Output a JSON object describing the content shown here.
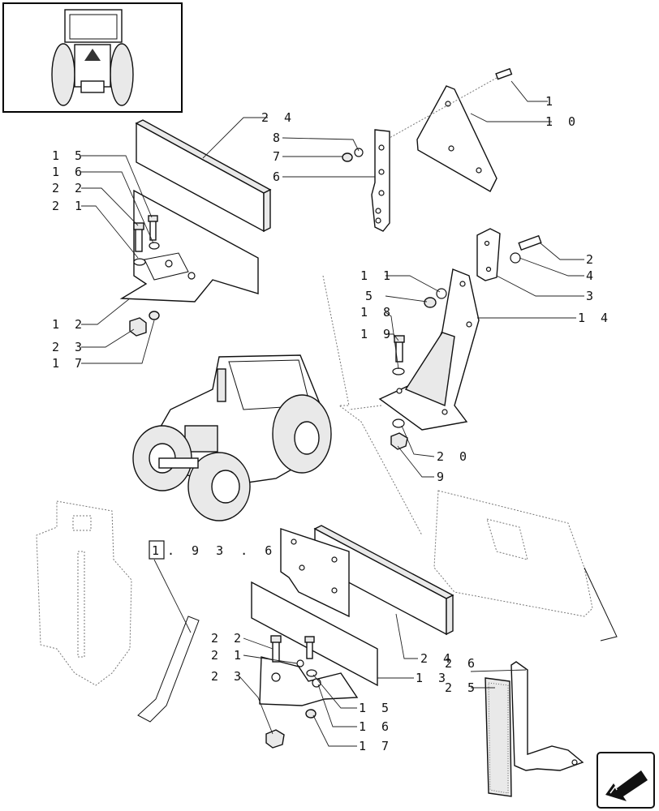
{
  "callouts": [
    {
      "id": "c1",
      "label": "1"
    },
    {
      "id": "c10",
      "label": "1 0"
    },
    {
      "id": "c24a",
      "label": "2 4"
    },
    {
      "id": "c8",
      "label": "8"
    },
    {
      "id": "c7",
      "label": "7"
    },
    {
      "id": "c6",
      "label": "6"
    },
    {
      "id": "c15a",
      "label": "1 5"
    },
    {
      "id": "c16a",
      "label": "1 6"
    },
    {
      "id": "c22a",
      "label": "2 2"
    },
    {
      "id": "c21a",
      "label": "2 1"
    },
    {
      "id": "c2",
      "label": "2"
    },
    {
      "id": "c4",
      "label": "4"
    },
    {
      "id": "c3",
      "label": "3"
    },
    {
      "id": "c11",
      "label": "1 1"
    },
    {
      "id": "c5",
      "label": "5"
    },
    {
      "id": "c14",
      "label": "1 4"
    },
    {
      "id": "c18",
      "label": "1 8"
    },
    {
      "id": "c19",
      "label": "1 9"
    },
    {
      "id": "c12",
      "label": "1 2"
    },
    {
      "id": "c23a",
      "label": "2 3"
    },
    {
      "id": "c17a",
      "label": "1 7"
    },
    {
      "id": "c20",
      "label": "2 0"
    },
    {
      "id": "c9",
      "label": "9"
    },
    {
      "id": "c22b",
      "label": "2 2"
    },
    {
      "id": "c21b",
      "label": "2 1"
    },
    {
      "id": "c23b",
      "label": "2 3"
    },
    {
      "id": "c24b",
      "label": "2 4"
    },
    {
      "id": "c26",
      "label": "2 6"
    },
    {
      "id": "c25",
      "label": "2 5"
    },
    {
      "id": "c13",
      "label": "1 3"
    },
    {
      "id": "c15b",
      "label": "1 5"
    },
    {
      "id": "c16b",
      "label": "1 6"
    },
    {
      "id": "c17b",
      "label": "1 7"
    }
  ],
  "reference": {
    "boxed": "1",
    "rest": ". 9 3 . 6"
  }
}
